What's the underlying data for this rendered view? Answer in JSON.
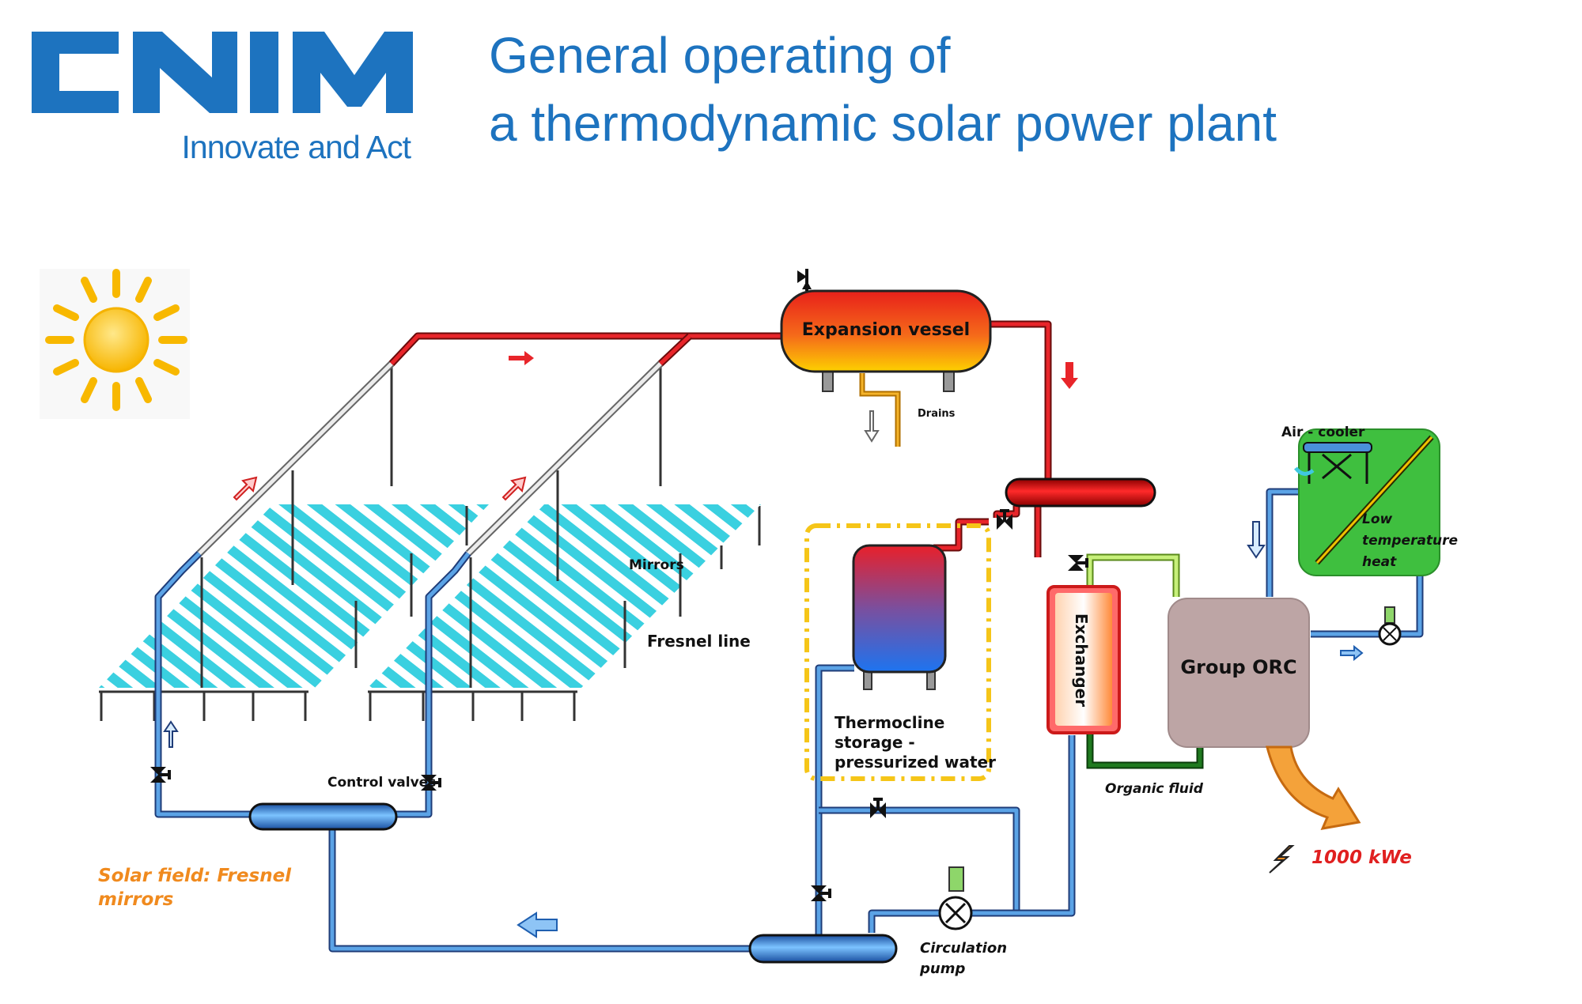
{
  "brand": {
    "logo_text": "CNIM",
    "tagline": "Innovate and Act",
    "color": "#1d73bf"
  },
  "title": {
    "line1": "General operating of",
    "line2": "a thermodynamic solar power plant"
  },
  "labels": {
    "expansion_vessel": "Expansion vessel",
    "drains": "Drains",
    "mirrors": "Mirrors",
    "fresnel_line": "Fresnel line",
    "control_valves": "Control valves",
    "solar_field_line1": "Solar field: Fresnel",
    "solar_field_line2": "mirrors",
    "storage_line1": "Thermocline",
    "storage_line2": "storage -",
    "storage_line3": "pressurized water",
    "exchanger": "Exchanger",
    "group_orc": "Group ORC",
    "organic_fluid": "Organic fluid",
    "air_cooler": "Air - cooler",
    "low_temp_line1": "Low",
    "low_temp_line2": "temperature",
    "low_temp_line3": "heat",
    "circulation_line1": "Circulation",
    "circulation_line2": "pump",
    "power_output": "1000 kWe"
  },
  "colors": {
    "hot_pipe": "#e8252a",
    "cold_pipe": "#5ba3e6",
    "storage_outline": "#f5c518",
    "air_cooler_fill": "#3fbf3f",
    "orc_fill": "#bda5a5",
    "power_label": "#e02020",
    "solar_field_label": "#f08a1e"
  },
  "icons": {
    "sun": "sun-icon",
    "power": "lightning-icon",
    "pump": "fan-pump-icon",
    "valve": "valve-icon"
  }
}
